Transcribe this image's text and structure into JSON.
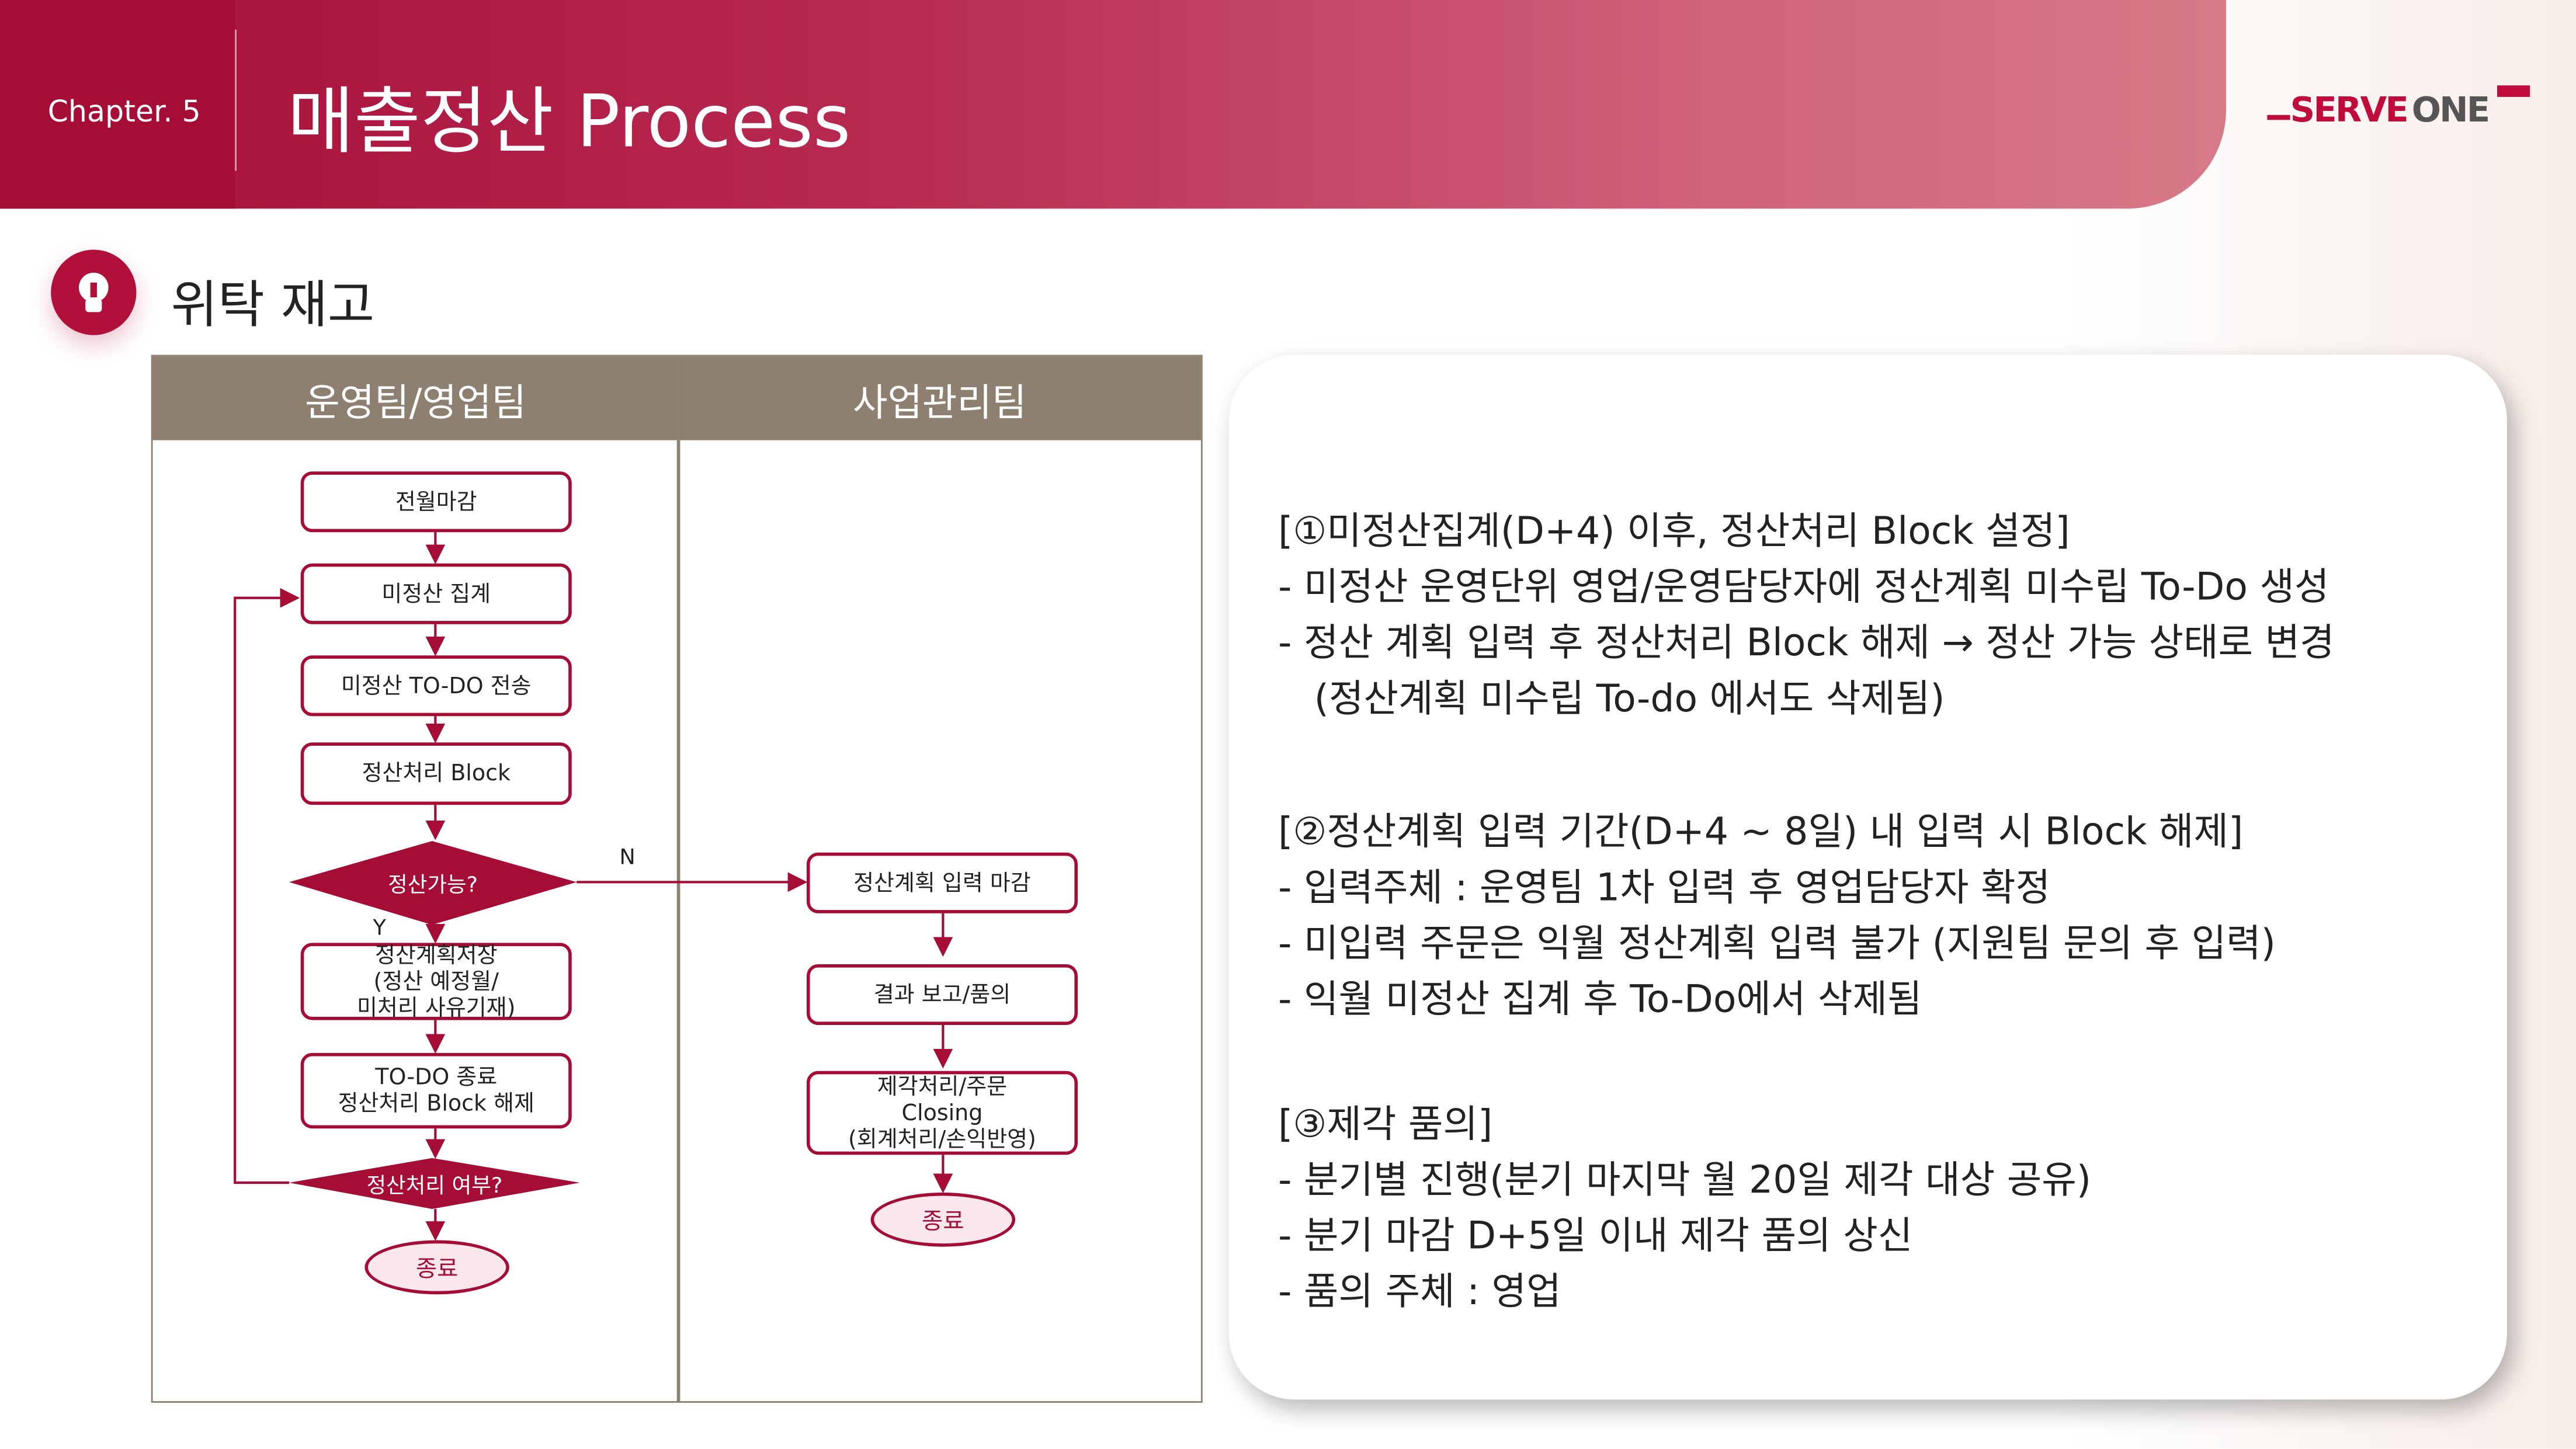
{
  "header": {
    "chapter": "Chapter. 5",
    "title": "매출정산 Process",
    "logo_text": "SERVEONE"
  },
  "section": {
    "title": "위탁 재고",
    "icon": "lightbulb-icon"
  },
  "table": {
    "columns": [
      "운영팀/영업팀",
      "사업관리팀"
    ],
    "left_flow": {
      "step1": "전월마감",
      "step2": "미정산 집계",
      "step3": "미정산 TO-DO 전송",
      "step4": "정산처리 Block",
      "decision1": "정산가능?",
      "step5": "정산계획저장\n(정산 예정월/\n미처리 사유기재)",
      "step6": "TO-DO 종료\n정산처리 Block 해제",
      "decision2": "정산처리 여부?",
      "end": "종료",
      "yes_label": "Y",
      "no_label": "N"
    },
    "right_flow": {
      "step1": "정산계획 입력 마감",
      "step2": "결과 보고/품의",
      "step3": "제각처리/주문\nClosing\n(회계처리/손익반영)",
      "end": "종료"
    }
  },
  "notes": [
    "[①미정산집계(D+4) 이후, 정산처리 Block 설정]",
    " - 미정산 운영단위 영업/운영담당자에 정산계획 미수립 To-Do 생성",
    " - 정산 계획 입력 후 정산처리 Block 해제 → 정산 가능 상태로 변경",
    "   (정산계획 미수립 To-do 에서도 삭제됨)",
    "[②정산계획 입력 기간(D+4 ~ 8일) 내 입력 시 Block 해제]",
    " - 입력주체 : 운영팀 1차 입력 후 영업담당자 확정",
    " - 미입력 주문은 익월 정산계획 입력 불가 (지원팀 문의 후 입력)",
    " - 익월 미정산 집계 후 To-Do에서 삭제됨",
    "[③제각 품의]",
    " - 분기별 진행(분기 마지막 월 20일 제각 대상 공유)",
    " - 분기 마감 D+5일 이내 제각 품의 상신",
    " - 품의 주체 : 영업"
  ],
  "colors": {
    "brand": "#a50d37",
    "header_gray": "#8e8070",
    "logo_gray": "#555555"
  }
}
